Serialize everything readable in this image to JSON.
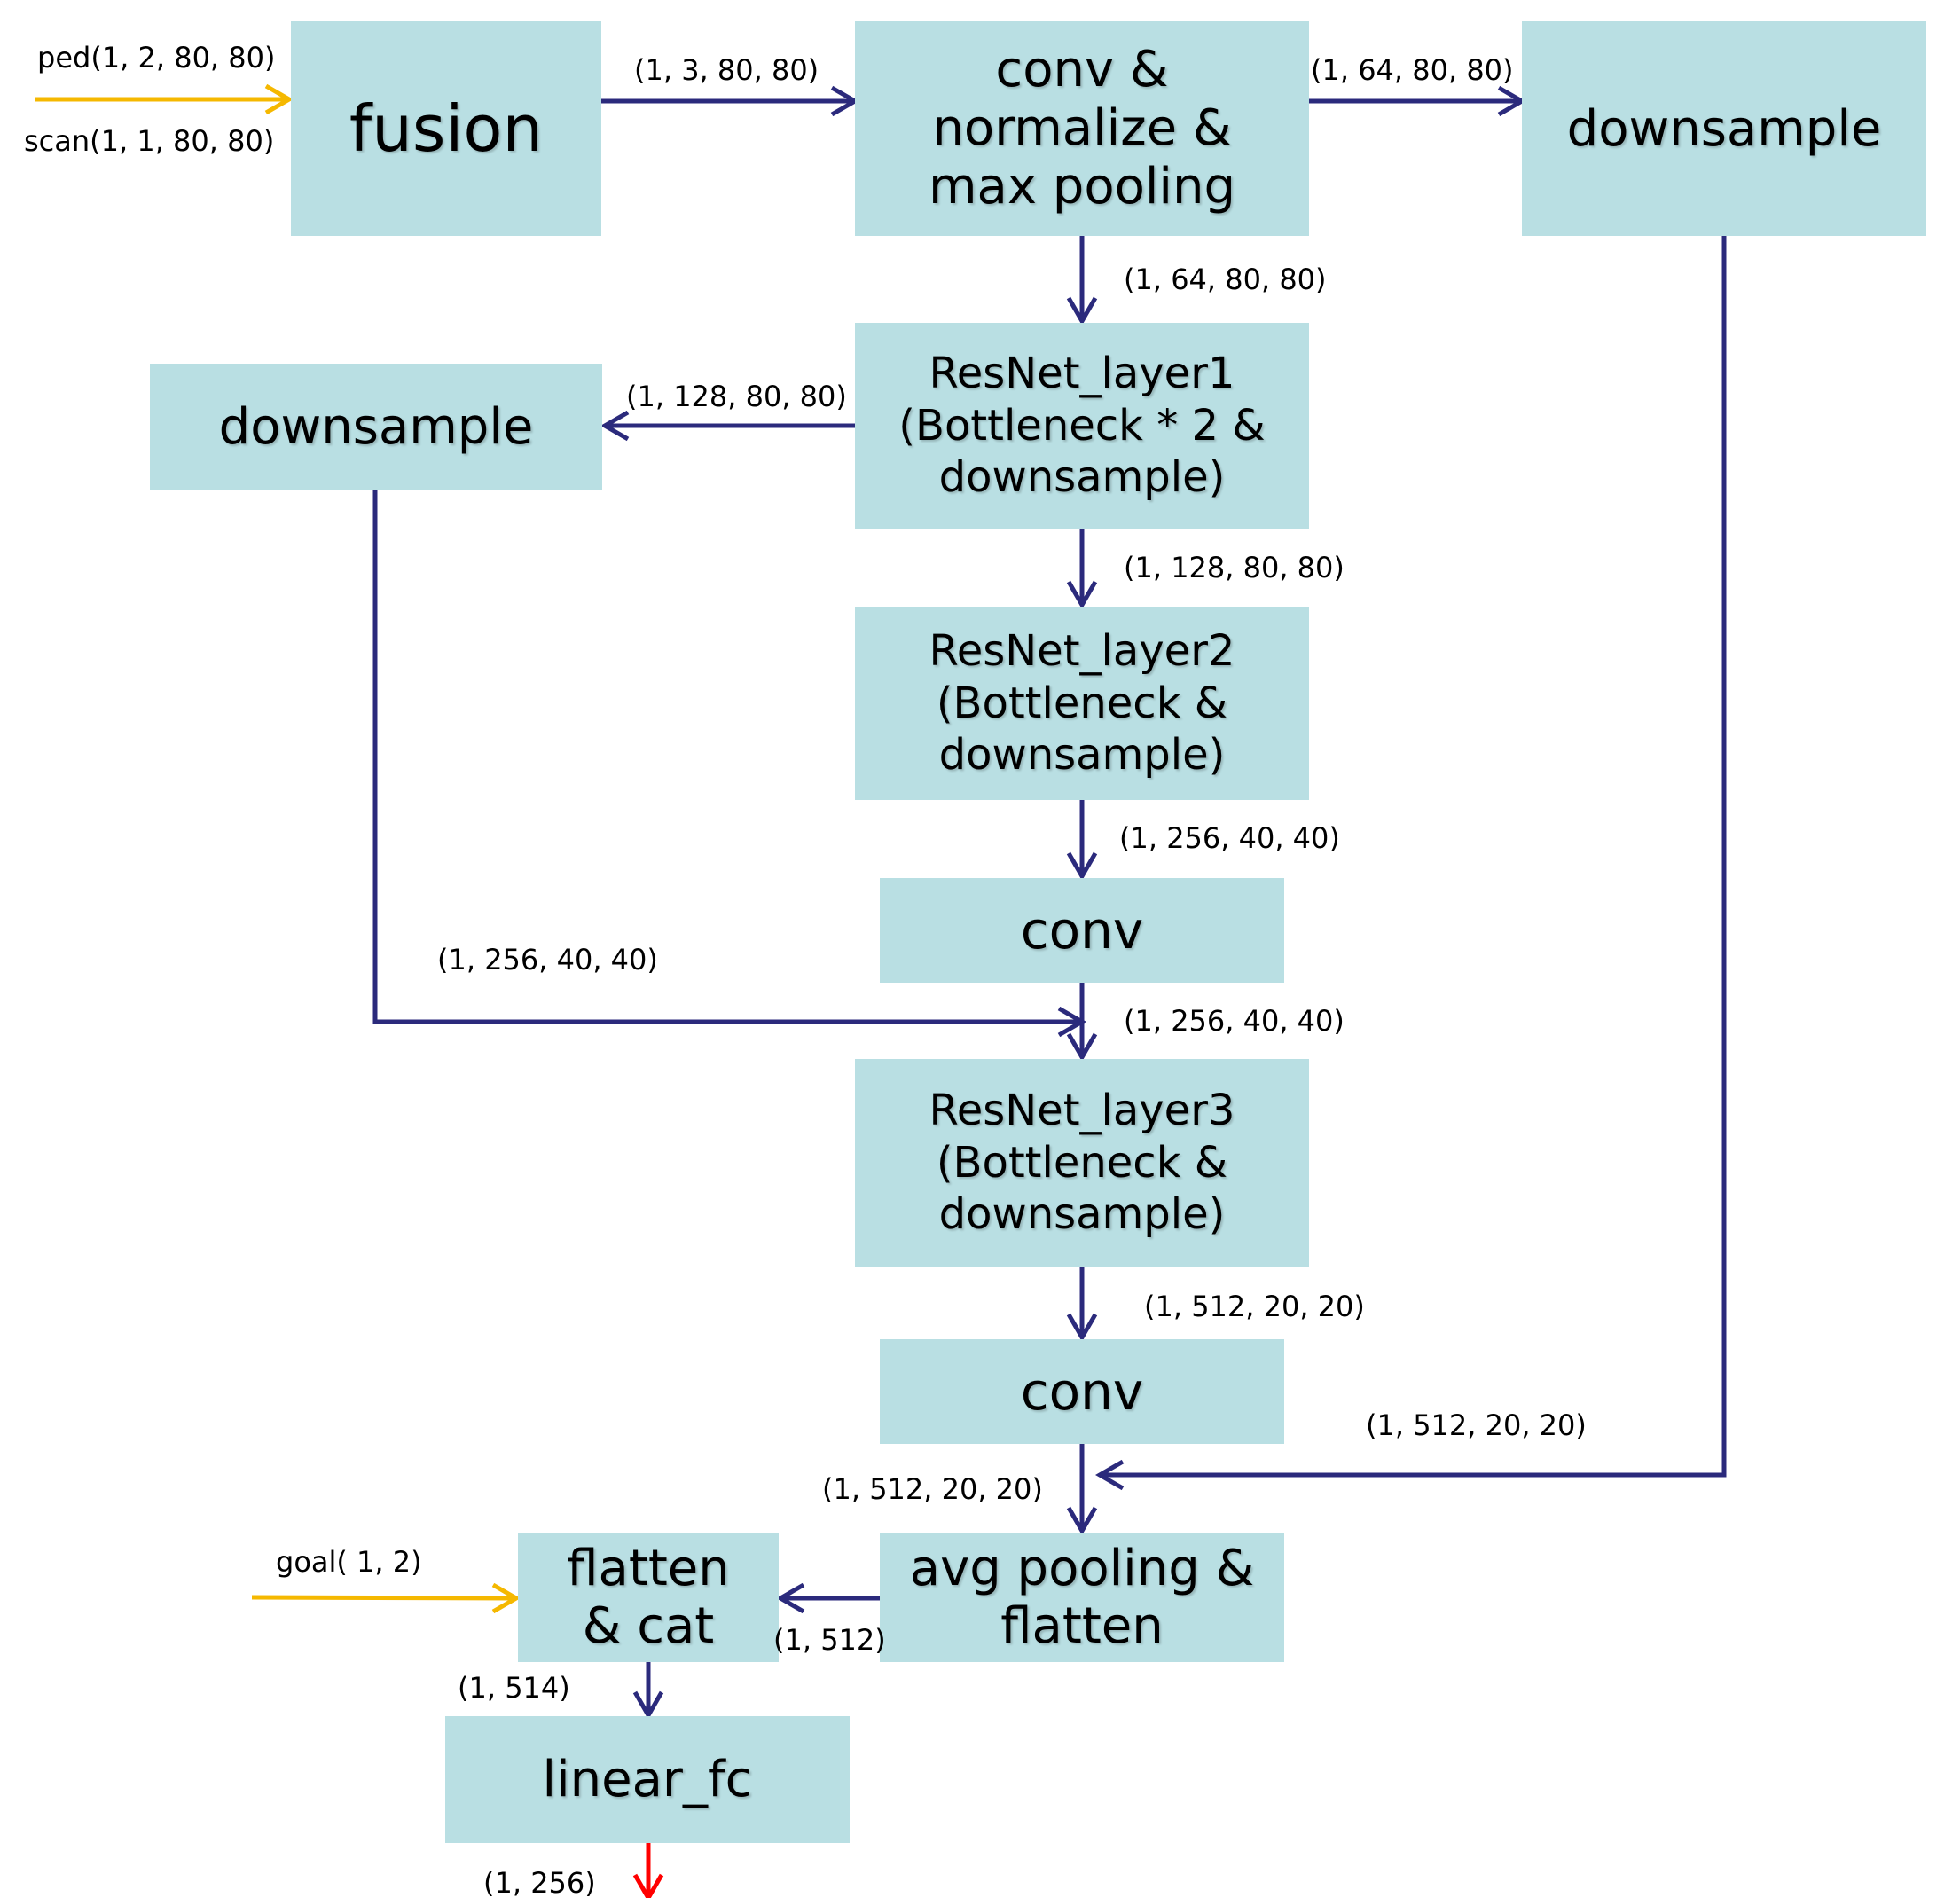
{
  "colors": {
    "node_fill": "#b9dfe3",
    "flow_arrow": "#2b2a7c",
    "input_arrow": "#f5b800",
    "output_arrow": "#ff0000"
  },
  "nodes": {
    "fusion": "fusion",
    "conv_norm_pool": "conv &\nnormalize &\nmax pooling",
    "downsample_right": "downsample",
    "resnet_layer1": "ResNet_layer1\n(Bottleneck * 2 &\ndownsample)",
    "downsample_left": "downsample",
    "resnet_layer2": "ResNet_layer2\n(Bottleneck &\ndownsample)",
    "conv_1": "conv",
    "resnet_layer3": "ResNet_layer3\n(Bottleneck &\ndownsample)",
    "conv_2": "conv",
    "avg_pool_flatten": "avg pooling &\nflatten",
    "flatten_cat": "flatten\n& cat",
    "linear_fc": "linear_fc"
  },
  "labels": {
    "ped_input": "ped(1, 2, 80, 80)",
    "scan_input": "scan(1, 1, 80, 80)",
    "fusion_out": "(1, 3, 80, 80)",
    "conv_to_downsample": "(1, 64, 80, 80)",
    "conv_to_layer1": "(1, 64, 80, 80)",
    "layer1_to_downsample": "(1, 128, 80, 80)",
    "layer1_to_layer2": "(1, 128, 80, 80)",
    "layer2_to_conv": "(1, 256, 40, 40)",
    "downsample_left_skip": "(1, 256, 40, 40)",
    "conv_to_layer3": "(1, 256, 40, 40)",
    "layer3_to_conv": "(1, 512, 20, 20)",
    "downsample_right_skip": "(1, 512, 20, 20)",
    "conv_to_avgpool": "(1, 512, 20, 20)",
    "goal_input": "goal( 1, 2)",
    "avgpool_to_cat": "(1, 512)",
    "cat_to_fc": "(1, 514)",
    "fc_out": "(1, 256)"
  }
}
